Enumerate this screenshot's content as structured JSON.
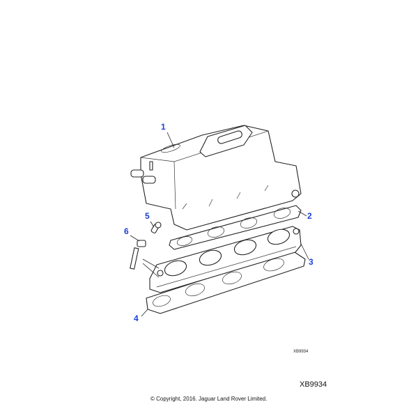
{
  "diagram": {
    "callouts": [
      {
        "id": "1",
        "label": "1"
      },
      {
        "id": "2",
        "label": "2"
      },
      {
        "id": "3",
        "label": "3"
      },
      {
        "id": "4",
        "label": "4"
      },
      {
        "id": "5",
        "label": "5"
      },
      {
        "id": "6",
        "label": "6"
      }
    ],
    "callout_color": "#1a3fd6",
    "illustration_ref_small": "XB9934",
    "illustration_ref": "XB9934",
    "copyright": "© Copyright, 2016. Jaguar Land Rover Limited."
  }
}
